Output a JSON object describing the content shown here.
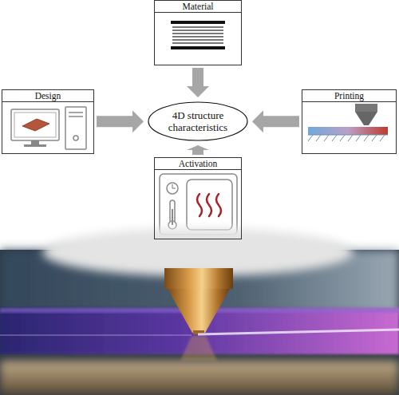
{
  "diagram": {
    "nodes": [
      {
        "text": [
          "Material"
        ]
      },
      {
        "text": [
          "Design"
        ]
      },
      {
        "text": [
          "4D structure characteristics"
        ]
      },
      {
        "text": [
          "Printing"
        ]
      },
      {
        "text": [
          "Activation"
        ]
      }
    ],
    "edges": [
      {
        "from": 0,
        "to": 2,
        "arrow": "to"
      },
      {
        "from": 1,
        "to": 2,
        "arrow": "to"
      },
      {
        "from": 3,
        "to": 2,
        "arrow": "to"
      },
      {
        "from": 4,
        "to": 2,
        "arrow": "to"
      }
    ]
  }
}
